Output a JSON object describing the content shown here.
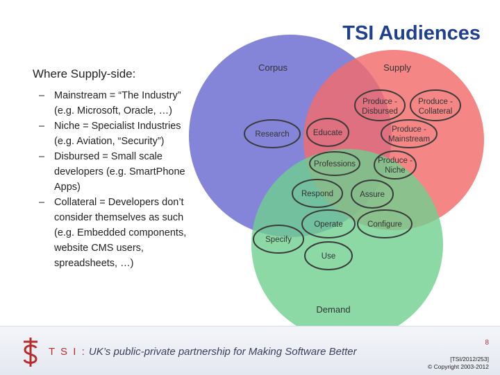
{
  "slide": {
    "title": "TSI Audiences",
    "intro": "Where Supply-side:",
    "bullets": [
      {
        "dash": "–",
        "text": "Mainstream = “The Industry” (e.g. Microsoft, Oracle, …)"
      },
      {
        "dash": "–",
        "text": "Niche = Specialist Industries (e.g. Aviation, “Security”)"
      },
      {
        "dash": "–",
        "text": "Disbursed = Small scale developers (e.g. SmartPhone Apps)"
      },
      {
        "dash": "–",
        "text": "Collateral = Developers don’t consider themselves as such (e.g. Embedded components, website CMS users, spreadsheets, …)"
      }
    ]
  },
  "diagram": {
    "colors": {
      "corpus": "#6f6fd2",
      "supply": "#f26b6b",
      "demand": "#6fcf8f"
    },
    "circles": {
      "corpus": "Corpus",
      "supply": "Supply",
      "demand": "Demand"
    },
    "nodes": {
      "research": "Research",
      "educate": "Educate",
      "professions": "Professions",
      "produce_disbursed": [
        "Produce -",
        "Disbursed"
      ],
      "produce_collateral": [
        "Produce -",
        "Collateral"
      ],
      "produce_mainstream": [
        "Produce -",
        "Mainstream"
      ],
      "produce_niche": [
        "Produce -",
        "Niche"
      ],
      "respond": "Respond",
      "assure": "Assure",
      "operate": "Operate",
      "configure": "Configure",
      "specify": "Specify",
      "use": "Use"
    }
  },
  "footer": {
    "brand": "T S I :",
    "tagline": " UK’s public-private partnership for Making Software Better",
    "page_number": "8",
    "reference": "[TSI/2012/253]",
    "copyright": "© Copyright 2003-2012"
  }
}
